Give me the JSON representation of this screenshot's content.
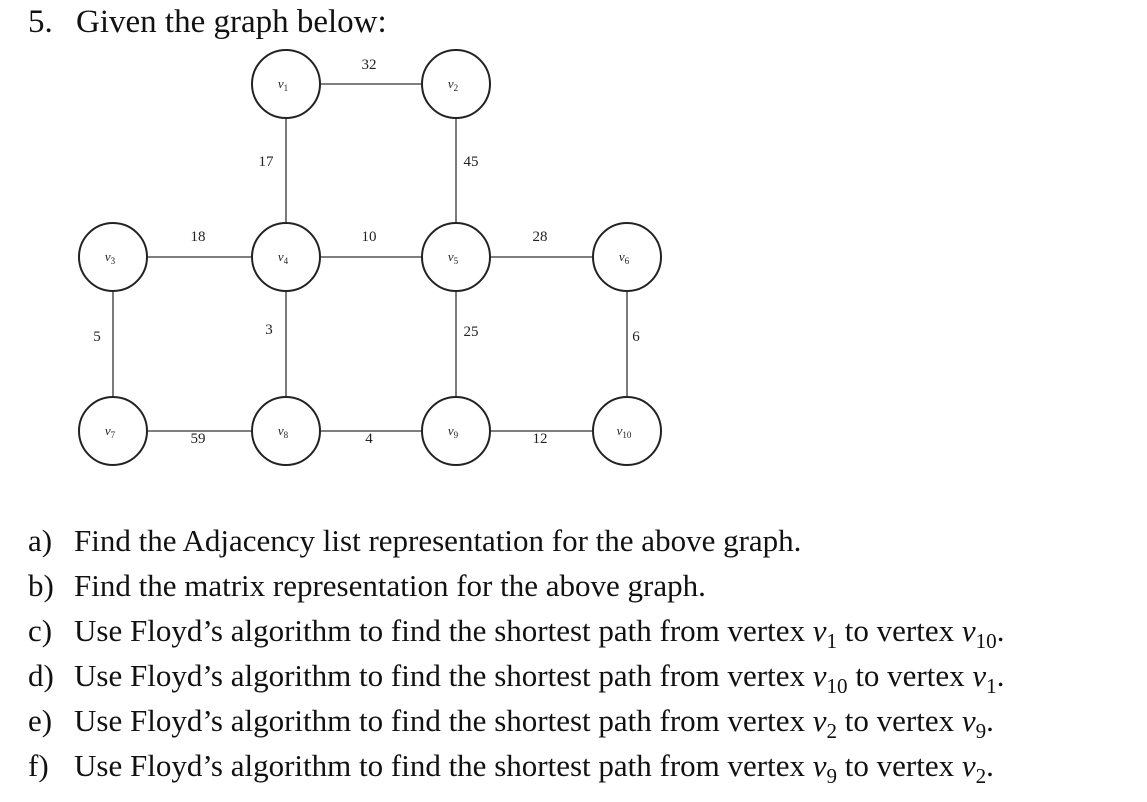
{
  "problem": {
    "number": "5.",
    "title": "Given the graph below:"
  },
  "graph": {
    "vertices": [
      {
        "id": "v1",
        "label": "v",
        "sub": "1",
        "col": 1,
        "row": 0
      },
      {
        "id": "v2",
        "label": "v",
        "sub": "2",
        "col": 2,
        "row": 0
      },
      {
        "id": "v3",
        "label": "v",
        "sub": "3",
        "col": 0,
        "row": 1
      },
      {
        "id": "v4",
        "label": "v",
        "sub": "4",
        "col": 1,
        "row": 1
      },
      {
        "id": "v5",
        "label": "v",
        "sub": "5",
        "col": 2,
        "row": 1
      },
      {
        "id": "v6",
        "label": "v",
        "sub": "6",
        "col": 3,
        "row": 1
      },
      {
        "id": "v7",
        "label": "v",
        "sub": "7",
        "col": 0,
        "row": 2
      },
      {
        "id": "v8",
        "label": "v",
        "sub": "8",
        "col": 1,
        "row": 2
      },
      {
        "id": "v9",
        "label": "v",
        "sub": "9",
        "col": 2,
        "row": 2
      },
      {
        "id": "v10",
        "label": "v",
        "sub": "10",
        "col": 3,
        "row": 2
      }
    ],
    "edges": [
      {
        "from": "v1",
        "to": "v2",
        "weight": "32"
      },
      {
        "from": "v1",
        "to": "v4",
        "weight": "17"
      },
      {
        "from": "v2",
        "to": "v5",
        "weight": "45"
      },
      {
        "from": "v3",
        "to": "v4",
        "weight": "18"
      },
      {
        "from": "v4",
        "to": "v5",
        "weight": "10"
      },
      {
        "from": "v5",
        "to": "v6",
        "weight": "28"
      },
      {
        "from": "v3",
        "to": "v7",
        "weight": "5"
      },
      {
        "from": "v4",
        "to": "v8",
        "weight": "3"
      },
      {
        "from": "v5",
        "to": "v9",
        "weight": "25"
      },
      {
        "from": "v6",
        "to": "v10",
        "weight": "6"
      },
      {
        "from": "v7",
        "to": "v8",
        "weight": "59"
      },
      {
        "from": "v8",
        "to": "v9",
        "weight": "4"
      },
      {
        "from": "v9",
        "to": "v10",
        "weight": "12"
      }
    ]
  },
  "questions": [
    {
      "letter": "a)",
      "parts": [
        {
          "t": "Find the Adjacency list representation for the above graph."
        }
      ]
    },
    {
      "letter": "b)",
      "parts": [
        {
          "t": "Find the matrix representation for the above graph."
        }
      ]
    },
    {
      "letter": "c)",
      "parts": [
        {
          "t": "Use Floyd’s algorithm to find the shortest path from vertex "
        },
        {
          "v": "v",
          "s": "1"
        },
        {
          "t": " to vertex "
        },
        {
          "v": "v",
          "s": "10"
        },
        {
          "t": "."
        }
      ]
    },
    {
      "letter": "d)",
      "parts": [
        {
          "t": "Use Floyd’s algorithm to find the shortest path from vertex "
        },
        {
          "v": "v",
          "s": "10"
        },
        {
          "t": " to vertex "
        },
        {
          "v": "v",
          "s": "1"
        },
        {
          "t": "."
        }
      ]
    },
    {
      "letter": "e)",
      "parts": [
        {
          "t": "Use Floyd’s algorithm to find the shortest path from vertex "
        },
        {
          "v": "v",
          "s": "2"
        },
        {
          "t": " to vertex "
        },
        {
          "v": "v",
          "s": "9"
        },
        {
          "t": "."
        }
      ]
    },
    {
      "letter": "f)",
      "parts": [
        {
          "t": "Use Floyd’s algorithm to find the shortest path from vertex "
        },
        {
          "v": "v",
          "s": "9"
        },
        {
          "t": " to vertex "
        },
        {
          "v": "v",
          "s": "2"
        },
        {
          "t": "."
        }
      ]
    }
  ]
}
